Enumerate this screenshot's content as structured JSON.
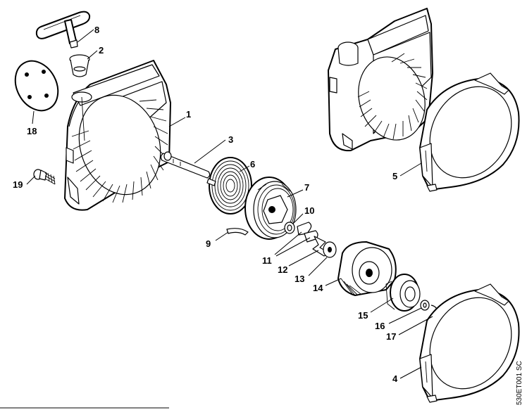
{
  "parts": [
    {
      "id": "1",
      "label": "1"
    },
    {
      "id": "2",
      "label": "2"
    },
    {
      "id": "3",
      "label": "3"
    },
    {
      "id": "4",
      "label": "4"
    },
    {
      "id": "5",
      "label": "5"
    },
    {
      "id": "6",
      "label": "6"
    },
    {
      "id": "7",
      "label": "7"
    },
    {
      "id": "8",
      "label": "8"
    },
    {
      "id": "9",
      "label": "9"
    },
    {
      "id": "10",
      "label": "10"
    },
    {
      "id": "11",
      "label": "11"
    },
    {
      "id": "12",
      "label": "12"
    },
    {
      "id": "13",
      "label": "13"
    },
    {
      "id": "14",
      "label": "14"
    },
    {
      "id": "15",
      "label": "15"
    },
    {
      "id": "16",
      "label": "16"
    },
    {
      "id": "17",
      "label": "17"
    },
    {
      "id": "18",
      "label": "18"
    },
    {
      "id": "19",
      "label": "19"
    }
  ],
  "drawing_code": "530ET001 SC"
}
